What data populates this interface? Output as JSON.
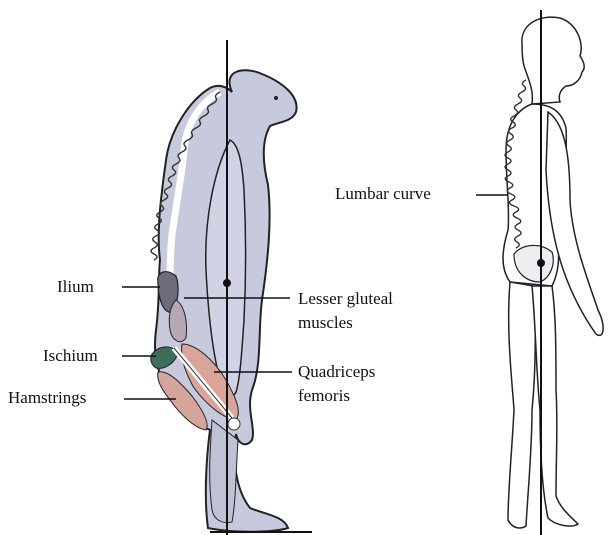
{
  "labels": {
    "ilium": "Ilium",
    "lesser_gluteal_line1": "Lesser gluteal",
    "lesser_gluteal_line2": "muscles",
    "ischium": "Ischium",
    "quadriceps_line1": "Quadriceps",
    "quadriceps_line2": "femoris",
    "hamstrings": "Hamstrings",
    "lumbar_curve": "Lumbar curve"
  },
  "colors": {
    "chimp_body": "#c7c9dc",
    "ilium": "#6c6c7a",
    "gluteal": "#b8a8b6",
    "ischium_green": "#3f6d5c",
    "quadriceps": "#d9a49a",
    "hamstrings": "#d4a59b",
    "outline": "#222222"
  }
}
